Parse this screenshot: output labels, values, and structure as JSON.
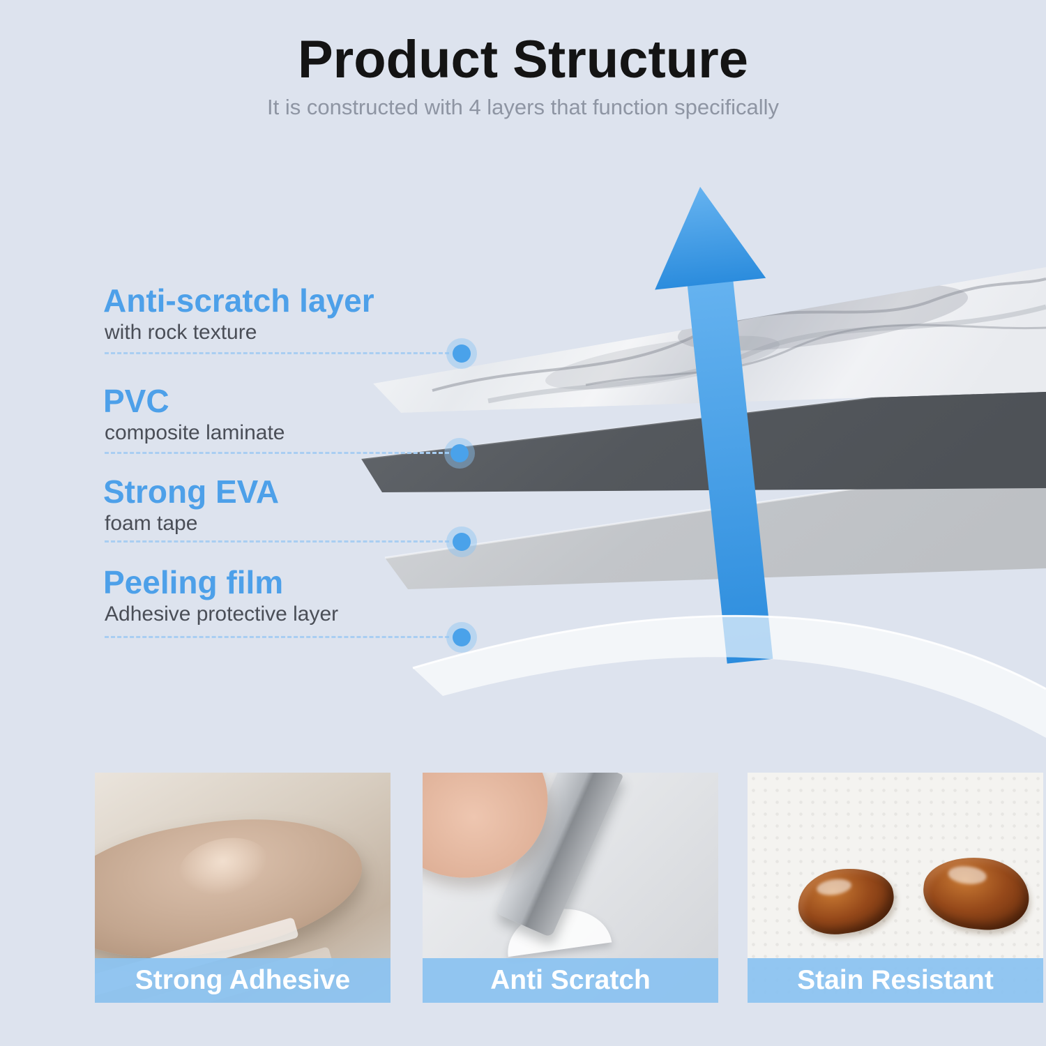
{
  "header": {
    "title": "Product Structure",
    "subtitle": "It is constructed with 4 layers that function specifically"
  },
  "layers": [
    {
      "heading": "Anti-scratch layer",
      "subtext": "with rock texture"
    },
    {
      "heading": "PVC",
      "subtext": "composite laminate"
    },
    {
      "heading": "Strong EVA",
      "subtext": "foam tape"
    },
    {
      "heading": "Peeling film",
      "subtext": "Adhesive protective layer"
    }
  ],
  "features": [
    {
      "caption": "Strong Adhesive"
    },
    {
      "caption": "Anti Scratch"
    },
    {
      "caption": "Stain Resistant"
    }
  ],
  "colors": {
    "background": "#dde3ee",
    "accent_blue": "#4da0e9",
    "caption_bar_blue": "#8cc3f0",
    "arrow_blue": "#3b97e5",
    "marker_dot_blue": "#4aa2ea"
  }
}
